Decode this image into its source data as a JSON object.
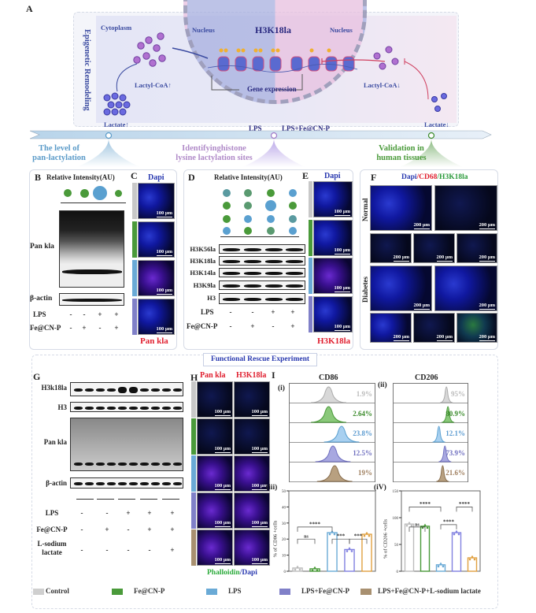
{
  "panel_a": {
    "label": "A",
    "side_title": "Epigenetic Remodeling",
    "cytoplasm": "Cytoplasm",
    "nucleus_left": "Nucleus",
    "nucleus_right": "Nucleus",
    "mark": "H3K18la",
    "lactyl_coa_up": "Lactyl-CoA↑",
    "lactate_up": "Lactate↑",
    "lactyl_coa_down": "Lactyl-CoA↓",
    "lactate_down": "Lactate↓",
    "gene_expression": "Gene expression",
    "lps": "LPS",
    "lps_fe": "LPS+Fe@CN-P"
  },
  "timeline": [
    {
      "line1": "The level of",
      "line2": "pan-lactylation",
      "color": "#5a9ac8"
    },
    {
      "line1": "Identifyinghistone",
      "line2": "lysine lactylation sites",
      "color": "#b08ac8"
    },
    {
      "line1": "Validation in",
      "line2": "human tissues",
      "color": "#4a9a3a"
    }
  ],
  "panel_b": {
    "label": "B",
    "title": "Relative Intensity(AU)",
    "blot_label": "Pan kla",
    "actin": "β-actin",
    "lps": "LPS",
    "fe": "Fe@CN-P",
    "lps_signs": [
      "-",
      "-",
      "+",
      "+"
    ],
    "fe_signs": [
      "-",
      "+",
      "-",
      "+"
    ]
  },
  "panel_c": {
    "label": "C",
    "dapi": "Dapi",
    "scale": "100 μm",
    "footer": "Pan kla"
  },
  "panel_d": {
    "label": "D",
    "title": "Relative Intensity(AU)",
    "bands": [
      "H3K56la",
      "H3K18la",
      "H3K14la",
      "H3K9la",
      "H3"
    ],
    "lps": "LPS",
    "fe": "Fe@CN-P",
    "lps_signs": [
      "-",
      "-",
      "+",
      "+"
    ],
    "fe_signs": [
      "-",
      "+",
      "-",
      "+"
    ]
  },
  "panel_e": {
    "label": "E",
    "dapi": "Dapi",
    "scale": "100 μm",
    "footer": "H3K18la"
  },
  "panel_f": {
    "label": "F",
    "t1": "Dapi",
    "t2": "/CD68",
    "t3": "/H3K18la",
    "normal": "Normal",
    "diabetes": "Diabetes",
    "scale": "200 μm"
  },
  "rescue_title": "Functional Rescue Experiment",
  "panel_g": {
    "label": "G",
    "bands": [
      "H3k18la",
      "H3",
      "Pan kla",
      "β-actin"
    ],
    "rows": [
      {
        "name": "LPS",
        "signs": [
          "-",
          "-",
          "+",
          "+",
          "+"
        ]
      },
      {
        "name": "Fe@CN-P",
        "signs": [
          "-",
          "+",
          "-",
          "+",
          "+"
        ]
      },
      {
        "name": "L-sodium lactate",
        "signs": [
          "-",
          "-",
          "-",
          "-",
          "+"
        ]
      }
    ]
  },
  "panel_h": {
    "label": "H",
    "col1": "Pan kla",
    "col2": "H3K18la",
    "footer1": "Phalloidin",
    "footer2": "/Dapi",
    "scale": "100 μm"
  },
  "panel_i": {
    "label": "I",
    "cd86": {
      "sub": "(i)",
      "title": "CD86",
      "values": [
        "1.9%",
        "2.64%",
        "23.8%",
        "12.5%",
        "19%"
      ]
    },
    "cd206": {
      "sub": "(ii)",
      "title": "CD206",
      "values": [
        "95%",
        "80.9%",
        "12.1%",
        "73.9%",
        "21.6%"
      ]
    }
  },
  "legend": [
    {
      "label": "Control",
      "color": "#cfcfcf"
    },
    {
      "label": "Fe@CN-P",
      "color": "#4a9a3a"
    },
    {
      "label": "LPS",
      "color": "#6aaad6"
    },
    {
      "label": "LPS+Fe@CN-P",
      "color": "#8080c8"
    },
    {
      "label": "LPS+Fe@CN-P+L-sodium lactate",
      "color": "#a89070"
    }
  ],
  "chart_data": [
    {
      "type": "bar",
      "panel": "(iii)",
      "ylabel": "% of CD86 +cells",
      "categories": [
        "Control",
        "Fe@CN-P",
        "LPS",
        "LPS+Fe@CN-P",
        "LPS+Fe@CN-P+L-sodium lactate"
      ],
      "values": [
        2,
        1.5,
        24,
        13.5,
        23
      ],
      "ylim": [
        0,
        50
      ],
      "yticks": [
        0,
        10,
        20,
        30,
        40,
        50
      ],
      "annotations": [
        "ns",
        "****",
        "***",
        "***"
      ],
      "bar_colors": [
        "#bbbbbb",
        "#4a9a3a",
        "#6aaad6",
        "#8080e0",
        "#e0a040"
      ]
    },
    {
      "type": "bar",
      "panel": "(iV)",
      "ylabel": "% of CD206 +cells",
      "categories": [
        "Control",
        "Fe@CN-P",
        "LPS",
        "LPS+Fe@CN-P",
        "LPS+Fe@CN-P+L-sodium lactate"
      ],
      "values": [
        88,
        84,
        12,
        72,
        25
      ],
      "ylim": [
        0,
        150
      ],
      "yticks": [
        0,
        50,
        100,
        150
      ],
      "annotations": [
        "ns",
        "****",
        "****",
        "****"
      ],
      "bar_colors": [
        "#bbbbbb",
        "#4a9a3a",
        "#6aaad6",
        "#8080e0",
        "#e0a040"
      ]
    }
  ]
}
